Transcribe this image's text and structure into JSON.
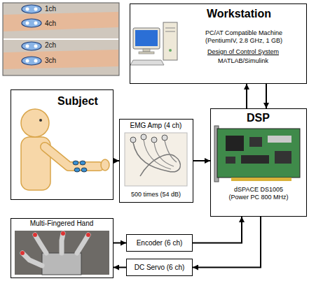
{
  "diagram": {
    "nodes": [
      {
        "text": [
          "Workstation",
          "PC/AT Compatible Machine (PentiumIV, 2.8 GHz, 1 GB)",
          "Design of Control System",
          "MATLAB/Simulink"
        ]
      },
      {
        "text": [
          "Subject"
        ]
      },
      {
        "text": [
          "EMG Amp (4 ch)",
          "500 times (54 dB)"
        ]
      },
      {
        "text": [
          "DSP",
          "dSPACE DS1005 (Power PC 800 MHz)"
        ]
      },
      {
        "text": [
          "Multi-Fingered Hand"
        ]
      },
      {
        "text": [
          "Encoder (6 ch)"
        ]
      },
      {
        "text": [
          "DC Servo (6 ch)"
        ]
      }
    ],
    "edges": [
      {
        "from": 1,
        "to": 2,
        "arrow": "to"
      },
      {
        "from": 2,
        "to": 3,
        "arrow": "to"
      },
      {
        "from": 3,
        "to": 0,
        "arrow": "to"
      },
      {
        "from": 0,
        "to": 3,
        "arrow": "to"
      },
      {
        "from": 4,
        "to": 5,
        "arrow": "to"
      },
      {
        "from": 5,
        "to": 3,
        "arrow": "to"
      },
      {
        "from": 3,
        "to": 6,
        "arrow": "to"
      },
      {
        "from": 6,
        "to": 4,
        "arrow": "to"
      }
    ],
    "labels": [
      "1ch",
      "4ch",
      "2ch",
      "3ch"
    ]
  }
}
